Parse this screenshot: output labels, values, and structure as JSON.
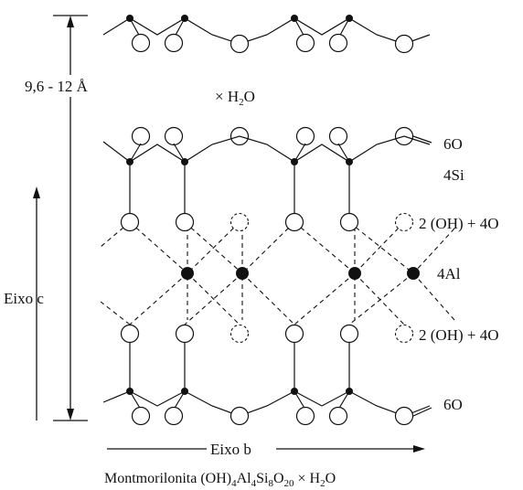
{
  "labels": {
    "spacing": "9,6 - 12 Å",
    "water": "× H",
    "water_sub": "2",
    "water_end": "O",
    "o6_top": "6O",
    "si4": "4Si",
    "oh_top": "2 (OH) + 4O",
    "al4": "4Al",
    "oh_bottom": "2 (OH) + 4O",
    "o6_bottom": "6O",
    "axis_c": "Eixo c",
    "axis_b": "Eixo b"
  },
  "caption": {
    "name": "Montmorilonita (OH)",
    "sub1": "4",
    "al": "Al",
    "sub2": "4",
    "si": "Si",
    "sub3": "8",
    "o": "O",
    "sub4": "20",
    "water": " × H",
    "sub5": "2",
    "o_end": "O"
  }
}
